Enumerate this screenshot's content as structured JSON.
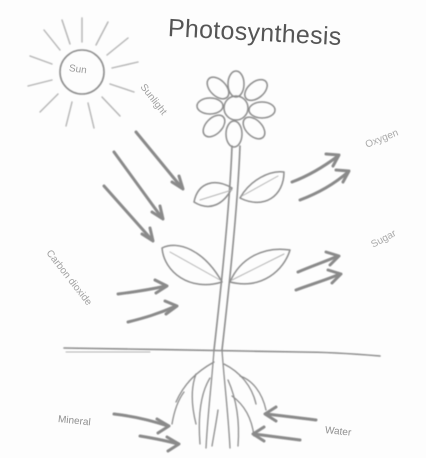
{
  "diagram": {
    "title": "Photosynthesis",
    "labels": {
      "sun": "Sun",
      "sunlight": "Sunlight",
      "oxygen": "Oxygen",
      "sugar": "Sugar",
      "carbon_dioxide": "Carbon dioxide",
      "mineral": "Mineral",
      "water": "Water"
    }
  }
}
